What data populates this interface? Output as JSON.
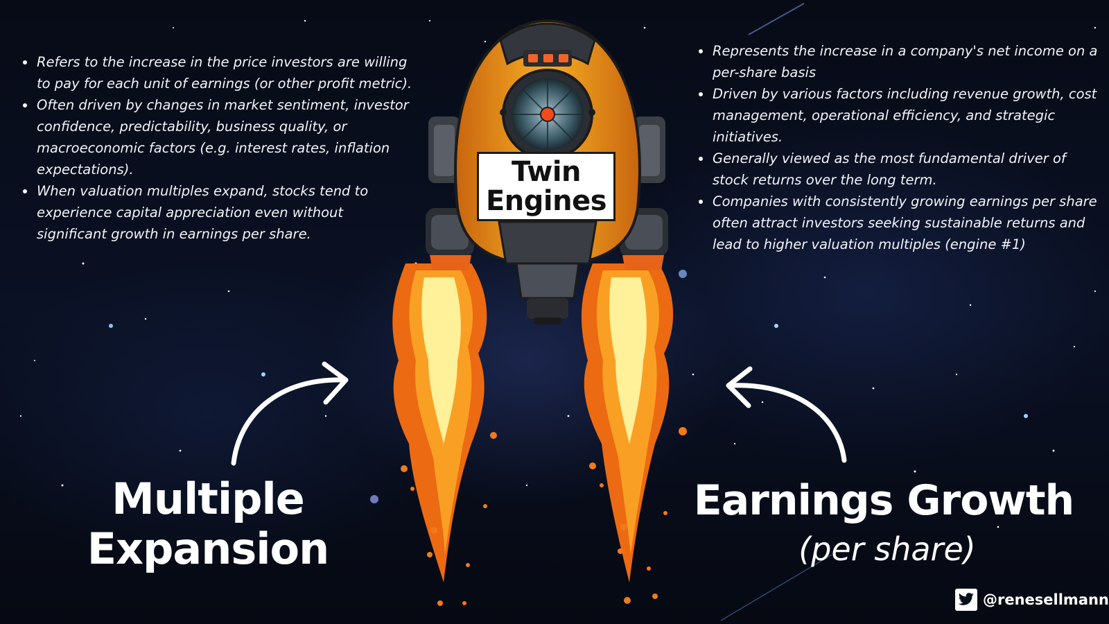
{
  "left_bullets": [
    "Refers to the increase in the price investors are willing to pay for each unit of earnings (or other profit metric).",
    "Often driven by changes in market sentiment, investor confidence, predictability, business quality, or macroeconomic factors (e.g. interest rates, inflation expectations).",
    "When valuation multiples expand, stocks tend to experience capital appreciation even without significant growth in earnings per share."
  ],
  "right_bullets": [
    "Represents the increase in a company's net income on a per-share basis",
    "Driven by various factors including revenue growth, cost management, operational efficiency, and strategic initiatives.",
    "Generally viewed as the most fundamental driver of stock returns over the long term.",
    "Companies with consistently growing earnings per share often attract investors seeking sustainable returns and lead to higher valuation multiples (engine #1)"
  ],
  "title": {
    "line1": "Twin",
    "line2": "Engines"
  },
  "left_label": {
    "line1": "Multiple",
    "line2": "Expansion"
  },
  "right_label": {
    "main": "Earnings Growth",
    "sub": "(per share)"
  },
  "credit": {
    "handle": "@renesellmann",
    "icon": "twitter-bird-icon"
  },
  "colors": {
    "background": "#070b16",
    "flame_outer": "#f07a1a",
    "flame_inner": "#ffe98a",
    "rocket_body": "#f2a21b",
    "rocket_metal": "#3a3d44"
  }
}
